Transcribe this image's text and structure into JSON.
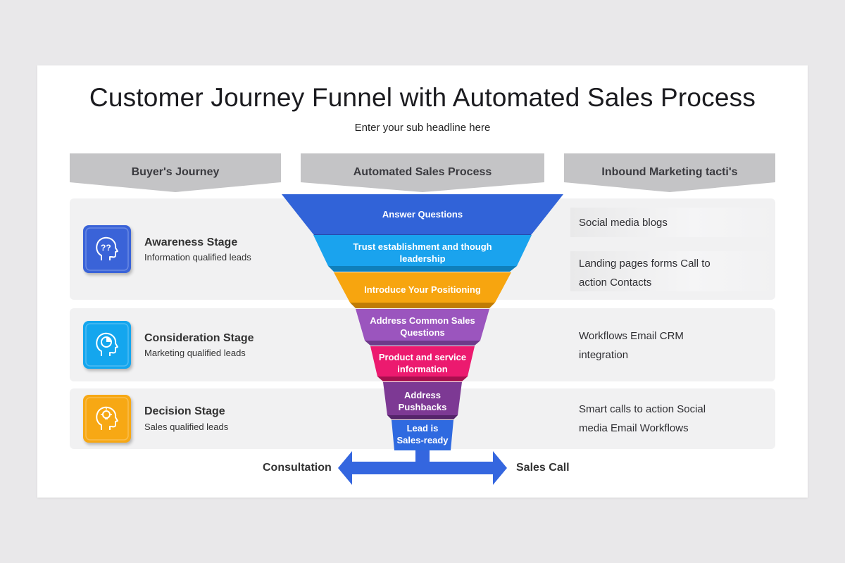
{
  "title": "Customer Journey Funnel with Automated Sales Process",
  "subtitle": "Enter your sub headline here",
  "headers": {
    "buyers_journey": "Buyer's Journey",
    "automated_sales": "Automated Sales Process",
    "inbound_tactics": "Inbound Marketing tacti's"
  },
  "stages": [
    {
      "title": "Awareness Stage",
      "subtitle": "Information qualified leads",
      "color": "#3a63d8",
      "icon": "head-question-icon"
    },
    {
      "title": "Consideration Stage",
      "subtitle": "Marketing qualified leads",
      "color": "#14a6ee",
      "icon": "head-pie-chart-icon"
    },
    {
      "title": "Decision Stage",
      "subtitle": "Sales qualified leads",
      "color": "#f7a814",
      "icon": "head-lightbulb-icon"
    }
  ],
  "funnel": [
    {
      "label": "Answer Questions",
      "color": "#3163d8"
    },
    {
      "label": "Trust establishment and though leadership",
      "color": "#1aa3ee"
    },
    {
      "label": "Introduce Your Positioning",
      "color": "#f7a50f"
    },
    {
      "label": "Address Common Sales Questions",
      "color": "#9b55be"
    },
    {
      "label": "Product and service information",
      "color": "#ec1a6f"
    },
    {
      "label": "Address Pushbacks",
      "color": "#7d3994"
    },
    {
      "label": "Lead is Sales-ready",
      "color": "#2f6ae0"
    }
  ],
  "tactics": [
    "Social media blogs",
    "Landing pages forms Call to action Contacts",
    "Workflows Email CRM integration",
    "Smart calls to action Social media Email Workflows"
  ],
  "outcomes": {
    "left": "Consultation",
    "right": "Sales Call",
    "arrow_color": "#3466df"
  }
}
